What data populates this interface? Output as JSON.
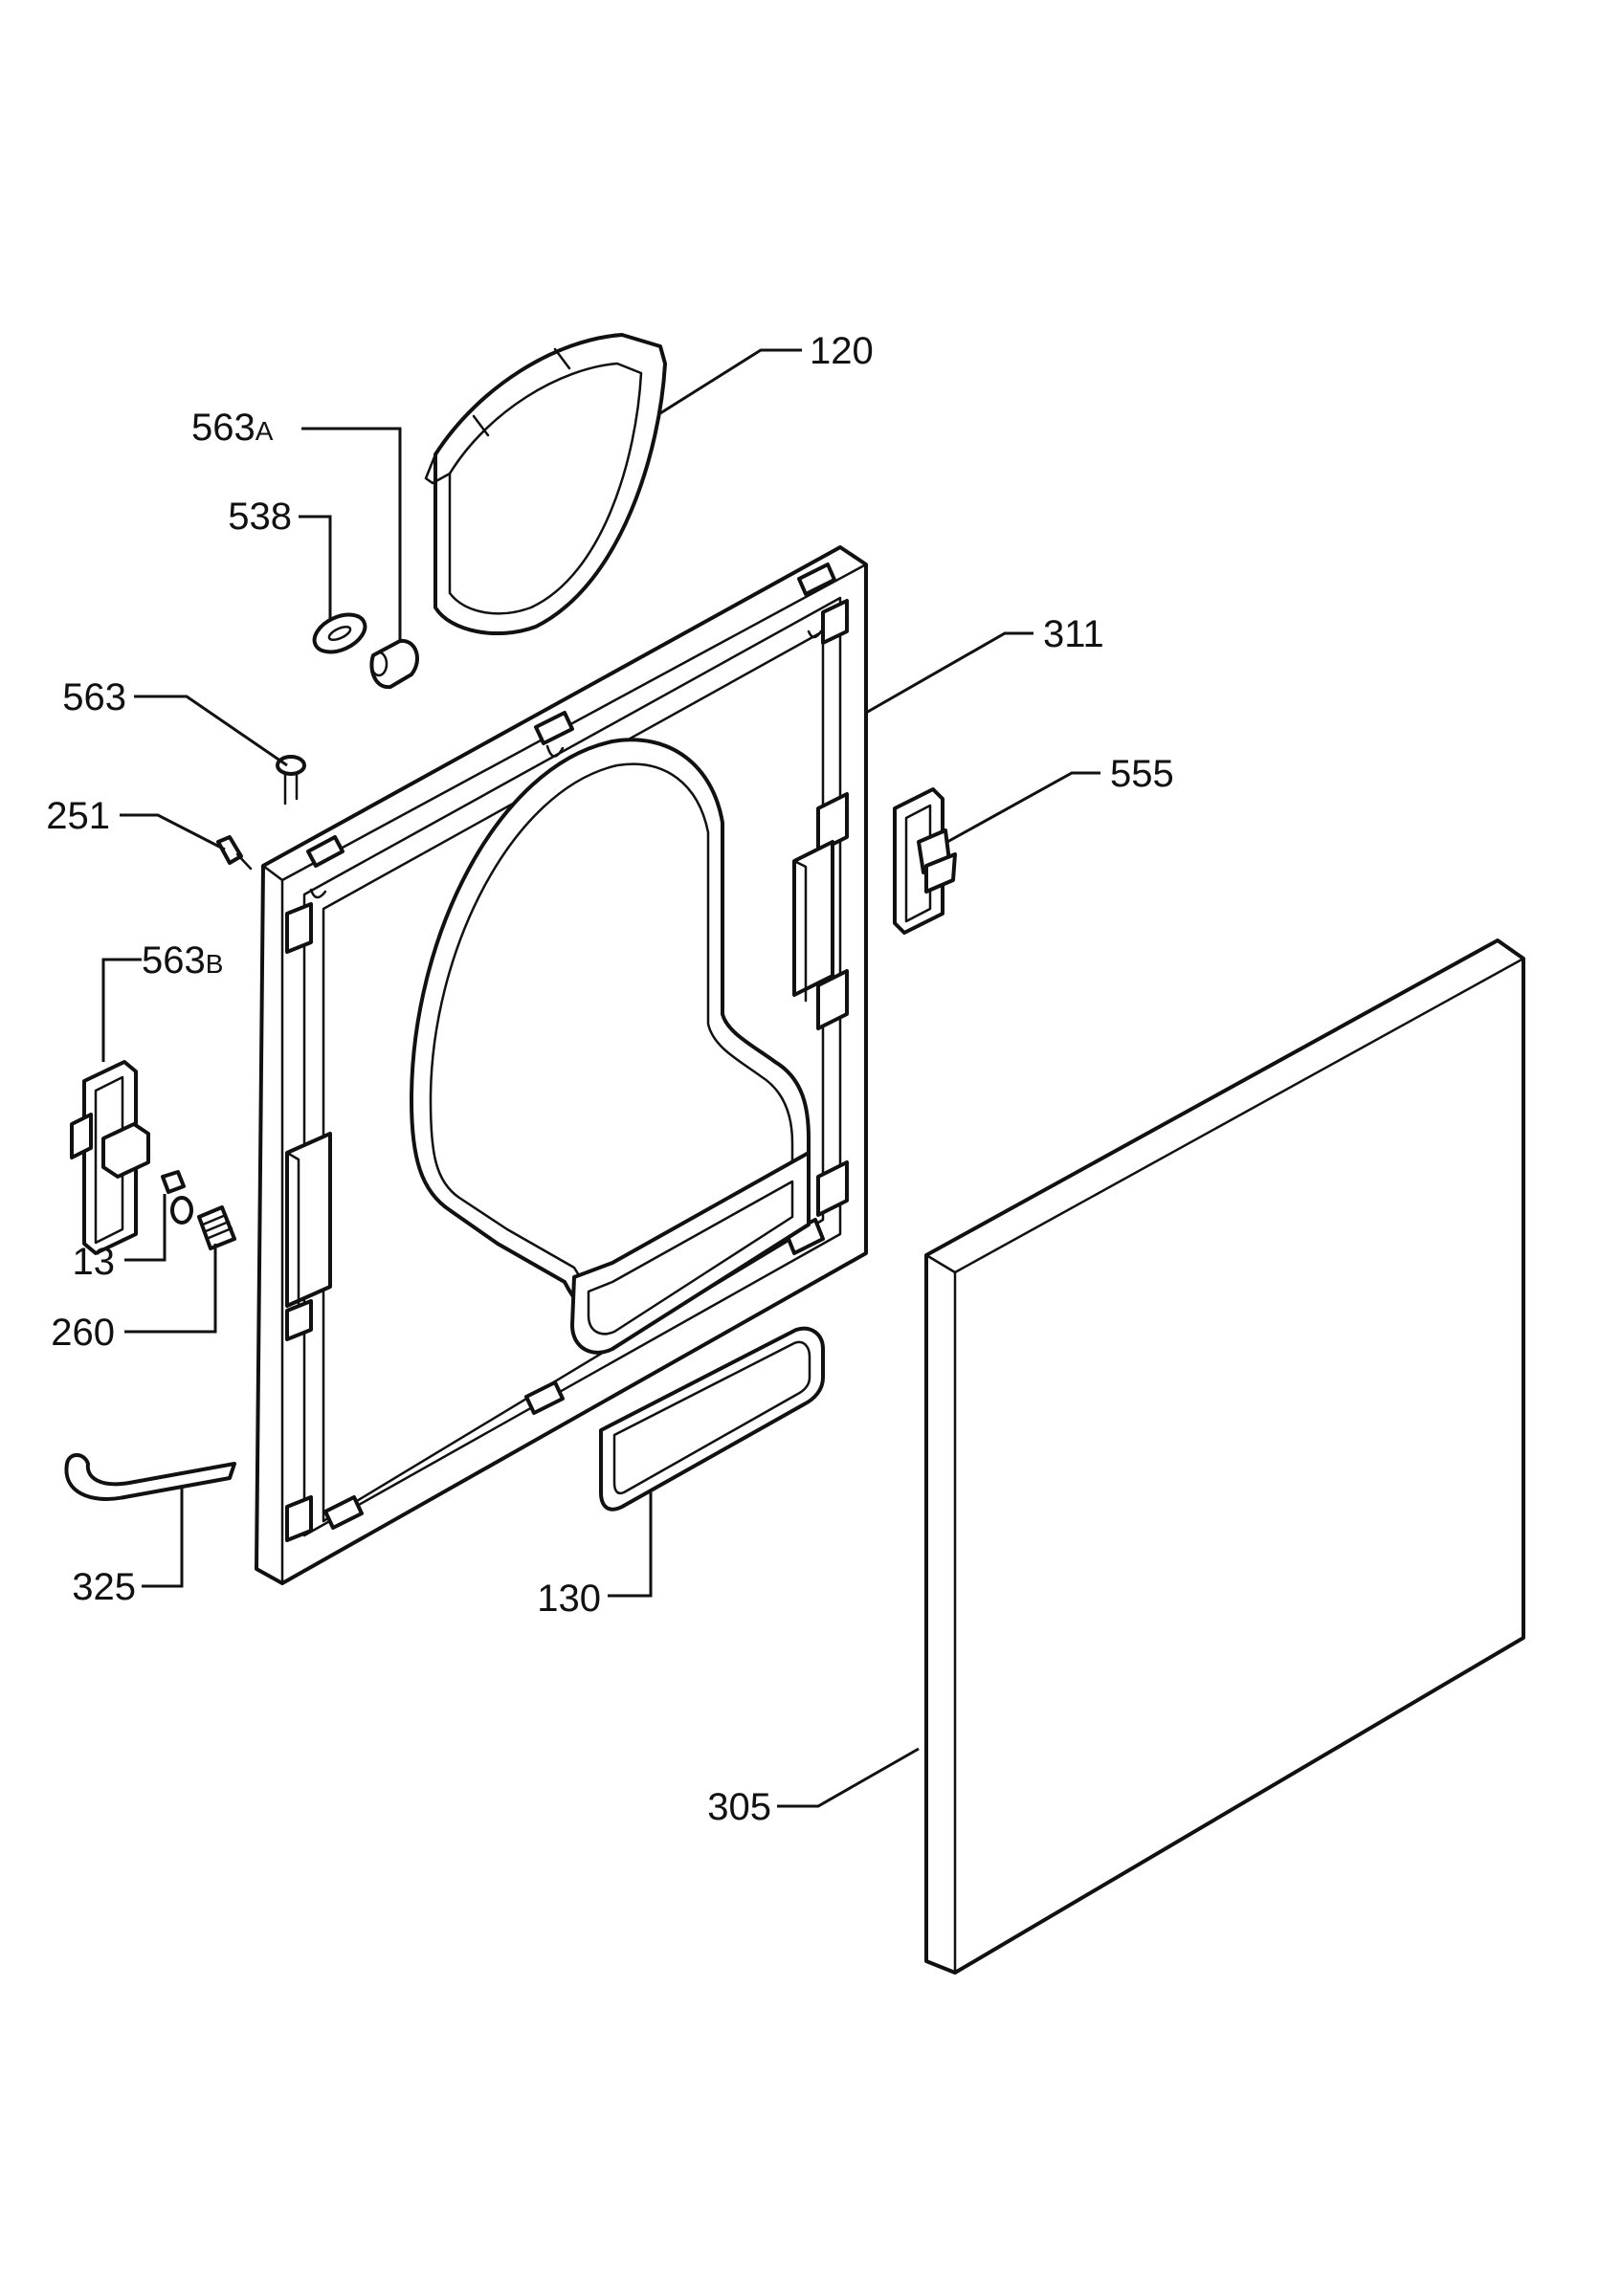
{
  "labels": {
    "p120": "120",
    "p563a_num": "563",
    "p563a_suffix": "A",
    "p538": "538",
    "p311": "311",
    "p563": "563",
    "p555": "555",
    "p251": "251",
    "p563b_num": "563",
    "p563b_suffix": "B",
    "p13": "13",
    "p260": "260",
    "p325": "325",
    "p130": "130",
    "p305": "305"
  }
}
